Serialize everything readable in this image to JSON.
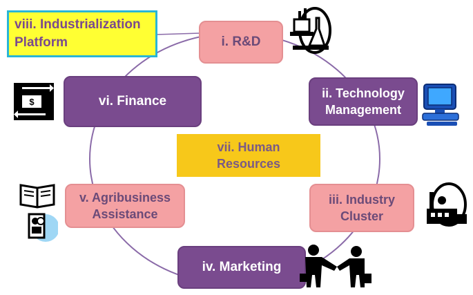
{
  "diagram": {
    "nodes": {
      "rnd": {
        "label": "i. R&D"
      },
      "technology_management": {
        "line1": "ii. Technology",
        "line2": "Management"
      },
      "industry_cluster": {
        "line1": "iii. Industry",
        "line2": "Cluster"
      },
      "marketing": {
        "label": "iv. Marketing"
      },
      "agribusiness_assistance": {
        "line1": "v. Agribusiness",
        "line2": "Assistance"
      },
      "finance": {
        "label": "vi. Finance"
      },
      "human_resources": {
        "line1": "vii. Human",
        "line2": "Resources"
      },
      "industrialization_platform": {
        "line1": "viii. Industrialization",
        "line2": "Platform"
      }
    },
    "icons": {
      "rnd": "lab-flask-icon",
      "technology_management": "computer-icon",
      "industry_cluster": "factory-icon",
      "marketing": "handshake-icon",
      "agribusiness_assistance": "book-and-person-icon",
      "finance": "money-exchange-icon"
    },
    "colors": {
      "purple_node": "#7a4b8f",
      "pink_node": "#f4a1a3",
      "gold_node": "#f7c81a",
      "yellow_node": "#ffff33",
      "ring": "#8a6aa8",
      "callout_border": "#29b6d6"
    }
  }
}
